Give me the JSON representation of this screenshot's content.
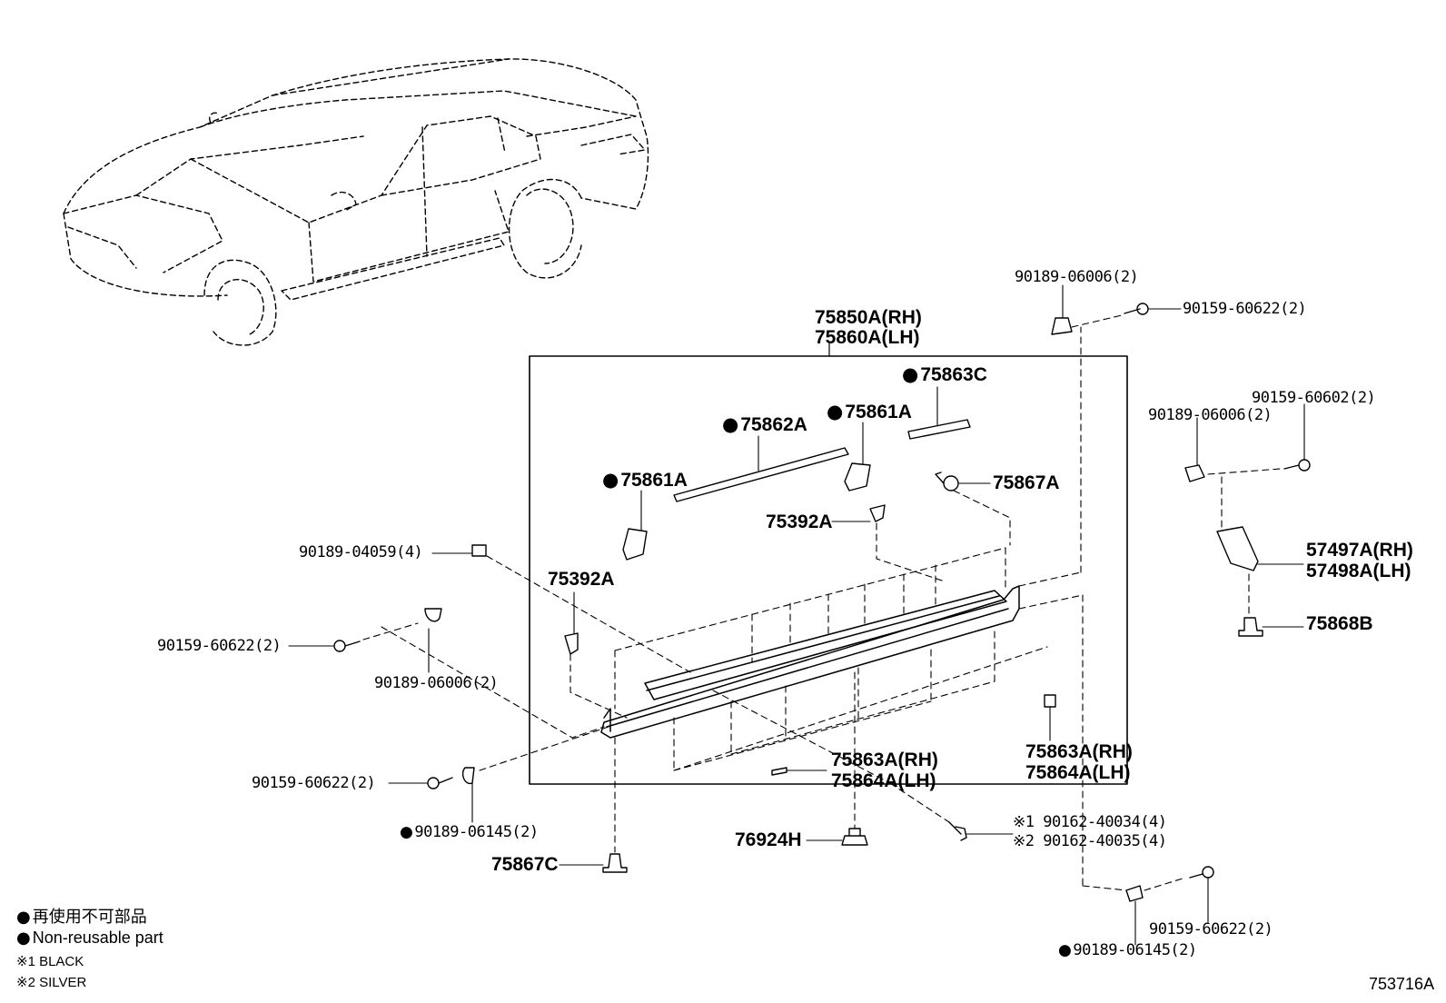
{
  "assembly": {
    "rh": "75850A(RH)",
    "lh": "75860A(LH)"
  },
  "parts": {
    "p75863C": "75863C",
    "p75862A": "75862A",
    "p75861A_upper": "75861A",
    "p75861A_lower": "75861A",
    "p75867A": "75867A",
    "p75392A_upper": "75392A",
    "p75392A_lower": "75392A",
    "p90189_06006_top": "90189-06006(2)",
    "p90159_60622_top": "90159-60622(2)",
    "p90159_60602": "90159-60602(2)",
    "p90189_06006_right": "90189-06006(2)",
    "p57497A": "57497A(RH)",
    "p57498A": "57498A(LH)",
    "p75868B": "75868B",
    "p90189_04059": "90189-04059(4)",
    "p90159_60622_left": "90159-60622(2)",
    "p90189_06006_left": "90189-06006(2)",
    "p90159_60622_lower": "90159-60622(2)",
    "p90189_06145_left": "90189-06145(2)",
    "p75867C": "75867C",
    "p75863A_mid_rh": "75863A(RH)",
    "p75864A_mid_lh": "75864A(LH)",
    "p75863A_right_rh": "75863A(RH)",
    "p75864A_right_lh": "75864A(LH)",
    "p76924H": "76924H",
    "p90162_40034": "※1 90162-40034(4)",
    "p90162_40035": "※2 90162-40035(4)",
    "p90159_60622_br": "90159-60622(2)",
    "p90189_06145_br": "90189-06145(2)"
  },
  "legend": {
    "line1": "再使用不可部品",
    "line2": "Non-reusable part",
    "line3": "※1 BLACK",
    "line4": "※2 SILVER"
  },
  "figure_id": "753716A"
}
